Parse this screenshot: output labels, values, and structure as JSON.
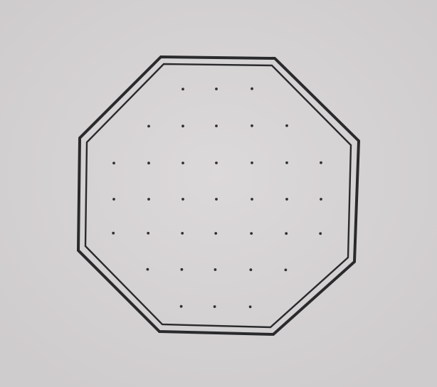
{
  "figure": {
    "type": "dot-grid-board",
    "shape": "octagon",
    "border": "double-line",
    "colors": {
      "paper": "#d6d3d4",
      "ink": "#2a2a2c",
      "dots": "#303035"
    }
  },
  "grid": {
    "rows": 7,
    "columns": 7,
    "dot_count": 37,
    "row_dot_counts": [
      3,
      5,
      7,
      7,
      7,
      5,
      3
    ]
  }
}
